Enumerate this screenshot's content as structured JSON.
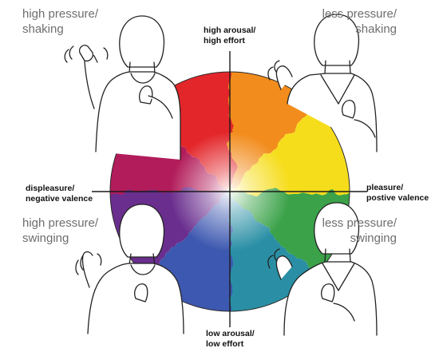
{
  "quadrant_labels": {
    "top_left": "high pressure/\nshaking",
    "top_right": "less pressure/\nshaking",
    "bottom_left": "high pressure/\nswinging",
    "bottom_right": "less pressure/\nswinging"
  },
  "axis_labels": {
    "top": "high arousal/\nhigh effort",
    "bottom": "low arousal/\nlow effort",
    "left": "displeasure/\nnegative valence",
    "right": "pleasure/\npostive valence"
  },
  "colors": {
    "wheel_red": "#e3262a",
    "wheel_orange": "#f28c1e",
    "wheel_yellow": "#f6dd1a",
    "wheel_green": "#3aa24a",
    "wheel_teal": "#2a8fa5",
    "wheel_blue": "#3e58b0",
    "wheel_purple": "#6a2f8e",
    "wheel_magenta": "#b21c5a",
    "line": "#1a1a1a",
    "label_gray": "#6e6e6e"
  },
  "icons": [
    "figure-top-left",
    "figure-top-right",
    "figure-bottom-left",
    "figure-bottom-right"
  ]
}
